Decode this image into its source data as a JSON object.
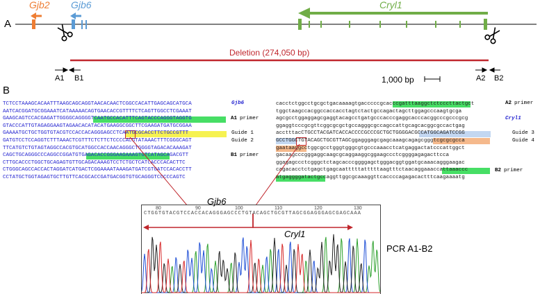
{
  "panel_a": {
    "label": "A",
    "genes": {
      "gjb2": "Gjb2",
      "gjb6": "Gjb6",
      "cryl1": "Cryl1"
    },
    "deletion_label": "Deletion (274,050 bp)",
    "scale_label": "1,000 bp",
    "primers": {
      "a1": "A1",
      "b1": "B1",
      "a2": "A2",
      "b2": "B2"
    },
    "colors": {
      "gjb2": "#ee7d33",
      "gjb6": "#5b9bd5",
      "cryl1": "#70ad47",
      "deletion": "#c0272d"
    }
  },
  "panel_b": {
    "label": "B",
    "left_header": "Gjb6",
    "right_header": "Cryl1",
    "left_sequence": [
      "TCTCCTAAAGCACAATTTAAGCAGCAGGTAACACAACTCGGCCACATTGAGCAGCATGCA",
      "AATCACGGATGCGGAAATCATAAAAACAGTGAACACCGTTTTCTCAGTTGGCCTCGAAAT",
      "GAAGCAGTCCACGAGATTGGGGCAGGGGTCAATGCCACATTTCAGTACCCAGGGTAGGTG",
      "GTACCCATTGTAGAGGAAGTAGAACACATACATGAAGGCGGCTTCGAAGATGATGCGGAA",
      "GAAAATGCTGCTGGTGTACGTCCACCACAGGGAGCCTCAATGCGCACCTTCTGCCGTTT",
      "GATGTCCTCCAGGTCTTTAAACTCGTTTCTCTTCTCCCCACGTATAAACTTTCGGGCAGT",
      "TTCATGTCTGTAGTAGGCCACGTGCATGGCCACCAACAGGGCTGGGGTAGACACAAAGAT",
      "CAGCTGCAGGGCCCAGGCCGGATGTGAGACACCGGGAAGAAAGTGTCATAGCAGACGTT",
      "CTTGCACCCTGGCTGCAGAGTGTTGCAGACAAAGTCCTCTGCTCATCACCCACACTTC",
      "CTGGGCAGCCACCACTAGGATCATGACTCGGAAAATAAAGATGATCGTGATCCACACCTT",
      "CCTATGCTGGTAGAGTGCTTGTTCACGCACCGATGACGGTGTGCAGGGTCCCCCAGTC"
    ],
    "right_sequence": [
      "cacctctggcctgcgctgacaaaagtgacccccgcacccgatttaaggctctcccttactgct",
      "tggctaagccacggccaccacctagtctactgccagactagcttggagcccaagtgcga",
      "agcgcctggaggagcgaggtacagcctgatgcccacccgaggcacccacggcccgcccgcg",
      "ggaggtcccgcgttcggcgcgctgccagggcgccagccattgcagcacggcgccactgag",
      "acctttacCTGCCTACGATCACCACCCCGCCCGCTGCTGGGGACGCCATGGCAGATCCGG",
      "GCCTGGCTGTACAGCTGCGTTAGCggagggagcgagcaaagcagagcgggtcgcgcgcca",
      "gaataaggcctggcgcctgggtgggcgtgcccaaacctcatgaggactatcccattggct",
      "gacaagcccgggaggcaagcgcaggaaggcggaagccctcggggagagacttcca",
      "ggagagccctcgggctctagcacccggggagctgggacggtggatgcaaacagggaagac",
      "cagacacctctgagctgagcaatttttatttttaagtttctaacaggaaaccattaaaccc",
      "atgaggggatactgccaggttggcgcaaaggttcaccccagagacactttcaagaaaatg"
    ],
    "left_annotations": {
      "a1": "A1",
      "primer": "primer",
      "guide1": "Guide 1",
      "guide2": "Guide 2",
      "b1": "B1",
      "b1_primer": "primer"
    },
    "right_annotations": {
      "a2": "A2",
      "primer": "primer",
      "cryl1": "Cryl1",
      "guide3": "Guide 3",
      "guide4": "Guide 4",
      "b2": "B2",
      "b2_primer": "primer"
    }
  },
  "chromatogram": {
    "gjb6_label": "Gjb6",
    "cryl1_label": "Cryl1",
    "position_ticks": [
      "80",
      "90",
      "100",
      "110",
      "120",
      "130"
    ],
    "trace_sequence": "CTGGTGTACGTCCACCACAGGGAGCCCTGTACAGCTGCGTTAGCGGAGGGAGCGAGCAAA",
    "pcr_label": "PCR A1-B2",
    "trace_colors": {
      "A": "#2ca02c",
      "C": "#1f4fd6",
      "G": "#222222",
      "T": "#d62728"
    }
  }
}
